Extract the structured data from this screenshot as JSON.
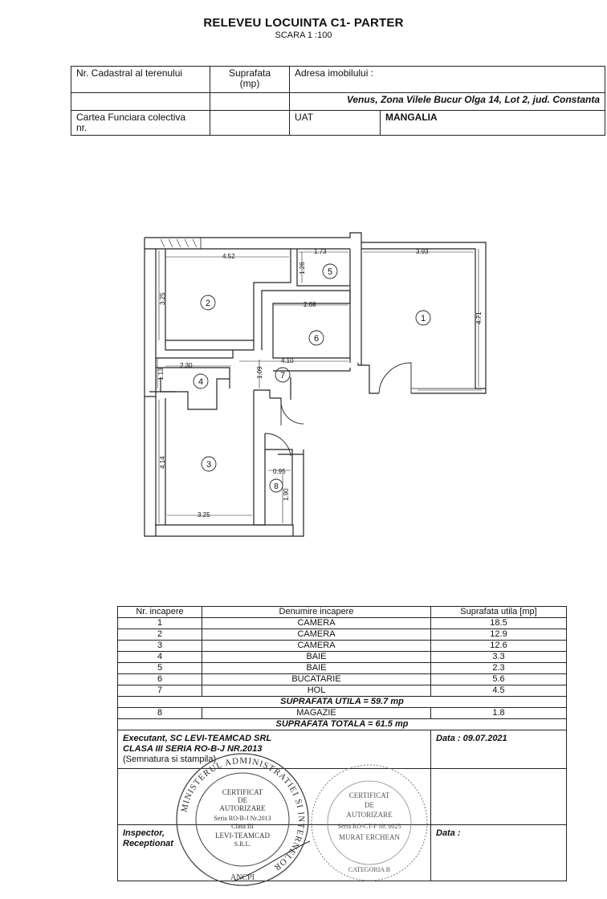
{
  "header": {
    "title": "RELEVEU LOCUINTA C1- PARTER",
    "scale": "SCARA   1 :100",
    "cadastral_label": "Nr. Cadastral al terenului",
    "area_label": "Suprafata\n(mp)",
    "address_label": "Adresa imobilului :",
    "address_value": "Venus, Zona Vilele Bucur Olga 14, Lot 2,  jud. Constanta",
    "land_book_label": "Cartea Funciara colectiva\nnr.",
    "uat_label": "UAT",
    "uat_value": "MANGALIA"
  },
  "plan": {
    "room_labels": [
      "1",
      "2",
      "3",
      "4",
      "5",
      "6",
      "7",
      "8"
    ],
    "dimensions": {
      "d452": "4.52",
      "d325": "3.25",
      "d173": "1.73",
      "d126": "1.26",
      "d268": "2.68",
      "d393": "3.93",
      "d471": "4.71",
      "d230": "2.30",
      "d410": "4.10",
      "d113": "1.13",
      "d109": "1.09",
      "d414": "4.14",
      "d095": "0.95",
      "d190": "1.90",
      "d325b": "3.25"
    }
  },
  "rooms_table": {
    "headers": [
      "Nr. incapere",
      "Denumire incapere",
      "Suprafata utila  [mp]"
    ],
    "rows": [
      [
        "1",
        "CAMERA",
        "18.5"
      ],
      [
        "2",
        "CAMERA",
        "12.9"
      ],
      [
        "3",
        "CAMERA",
        "12.6"
      ],
      [
        "4",
        "BAIE",
        "3.3"
      ],
      [
        "5",
        "BAIE",
        "2.3"
      ],
      [
        "6",
        "BUCATARIE",
        "5.6"
      ],
      [
        "7",
        "HOL",
        "4.5"
      ]
    ],
    "useful_total": "SUPRAFATA UTILA  =  59.7  mp",
    "extra_row": [
      "8",
      "MAGAZIE",
      "1.8"
    ],
    "grand_total": "SUPRAFATA TOTALA = 61.5  mp"
  },
  "signatures": {
    "executant": "Executant, SC LEVI-TEAMCAD SRL",
    "class": "CLASA III SERIA RO-B-J NR.2013",
    "sign_note": "(Semnatura si stampila)",
    "date_label": "Data : 09.07.2021",
    "inspector": "Inspector,\nReceptionat",
    "date2_label": "Data :"
  },
  "stamps": {
    "left_ring": "MINISTERUL ADMINISTRATIEI SI INTERNELOR",
    "left_inner": [
      "CERTIFICAT",
      "DE",
      "AUTORIZARE",
      "Seria RO-B-J Nr.2013",
      "Clasa III",
      "LEVI-TEAMCAD",
      "S.R.L."
    ],
    "left_bottom": "ANCPI",
    "right_inner": [
      "CERTIFICAT",
      "DE",
      "AUTORIZARE",
      "Seria RO-CT-F Nr. 0025",
      "MURAT ERCHEAN",
      "CATEGORIA B"
    ]
  }
}
